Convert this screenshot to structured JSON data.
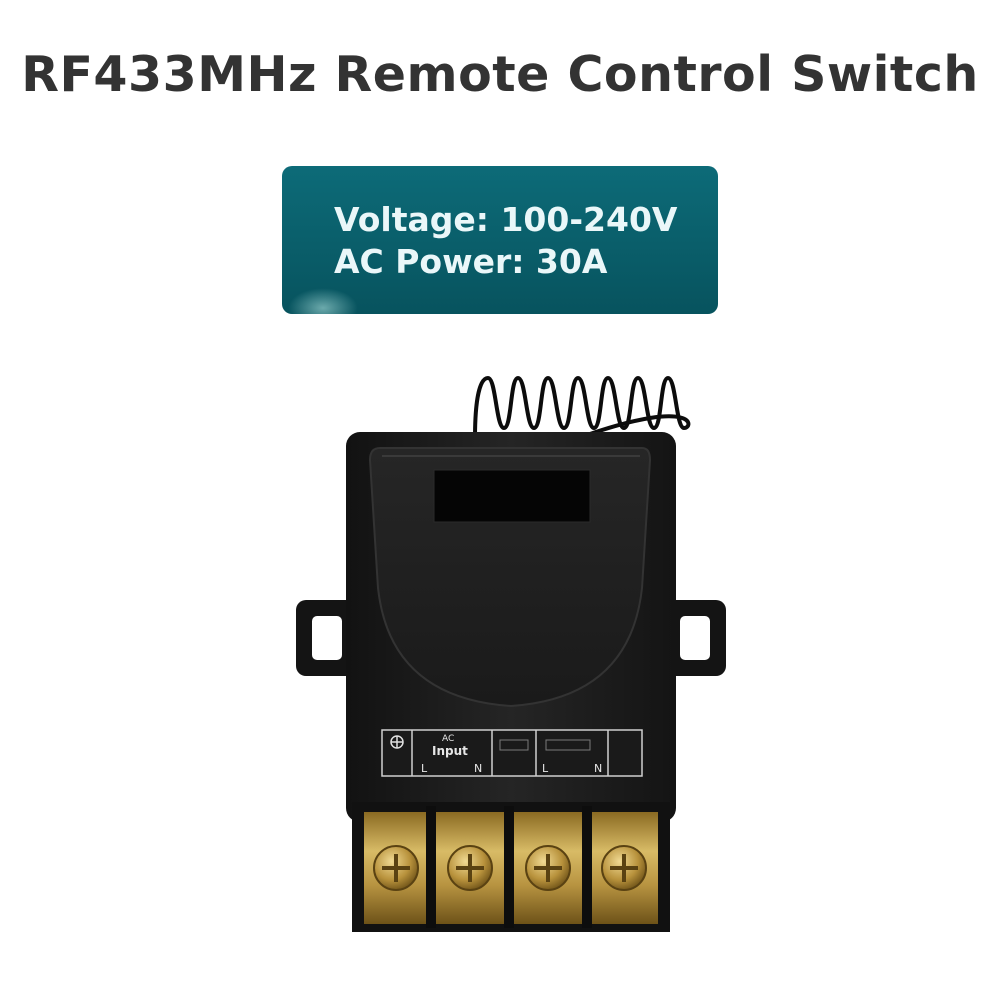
{
  "product": {
    "title": "RF433MHz Remote Control Switch"
  },
  "specs": {
    "voltage": "Voltage: 100-240V",
    "power": "AC Power: 30A"
  },
  "terminal_label": {
    "input_top": "AC",
    "input_bottom": "Input",
    "left_pole": "L",
    "right_pole": "N",
    "output_left_pole": "L",
    "output_right_pole": "N"
  },
  "colors": {
    "title": "#333333",
    "panel": "#0a5f6b",
    "panel_text": "#eaf7f9",
    "housing": "#1b1b1b",
    "brass": "#c9a955"
  }
}
